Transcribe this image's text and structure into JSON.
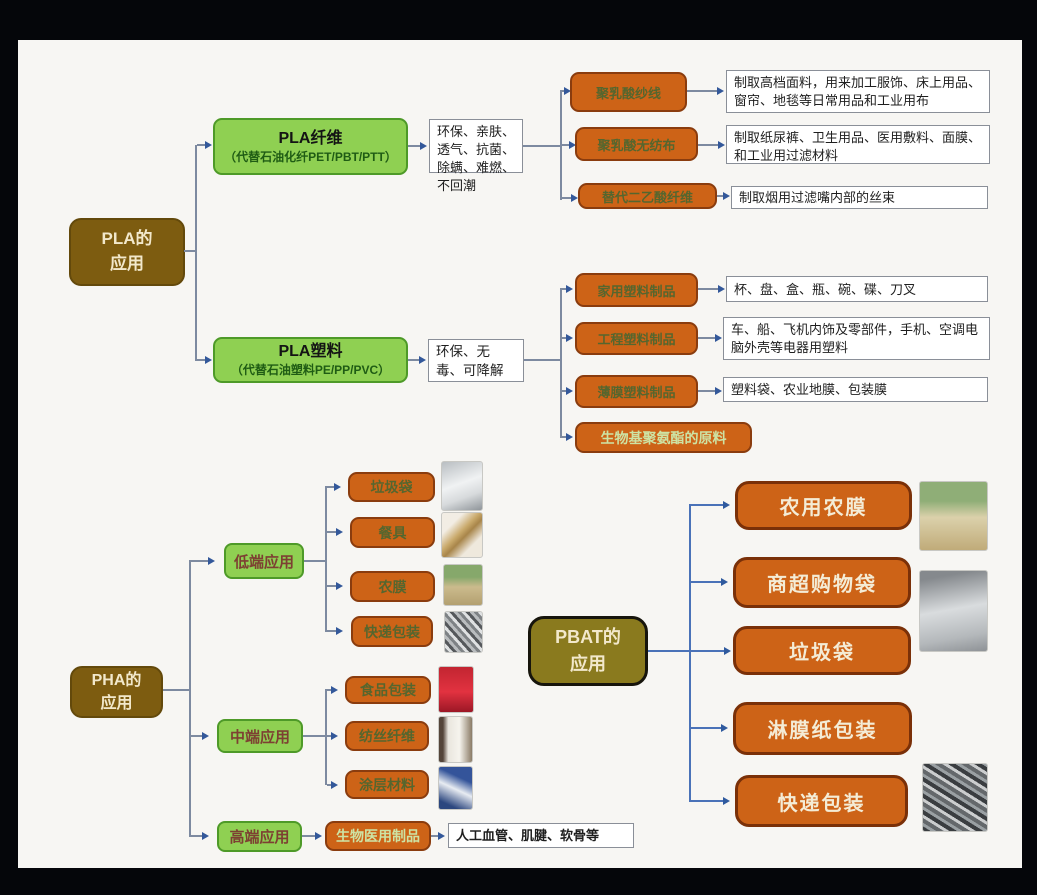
{
  "colors": {
    "background_frame": "#05060a",
    "panel": "#f7f6f3",
    "root_brown": "#7d5c10",
    "root_olive": "#8a7a1e",
    "green_box": "#8fd052",
    "orange_box": "#cd6317",
    "connector_line": "#7d8aa0",
    "connector_blue": "#4a72b8",
    "arrowhead": "#33589a"
  },
  "pla": {
    "root": {
      "line1": "PLA的",
      "line2": "应用"
    },
    "fiber": {
      "title": "PLA纤维",
      "subtitle": "（代替石油化纤PET/PBT/PTT）",
      "traits": "环保、亲肤、透气、抗菌、除螨、难燃、不回潮",
      "items": [
        {
          "label": "聚乳酸纱线",
          "desc": "制取高档面料，用来加工服饰、床上用品、窗帘、地毯等日常用品和工业用布"
        },
        {
          "label": "聚乳酸无纺布",
          "desc": "制取纸尿裤、卫生用品、医用敷料、面膜、和工业用过滤材料"
        },
        {
          "label": "替代二乙酸纤维",
          "desc": "制取烟用过滤嘴内部的丝束"
        }
      ]
    },
    "plastic": {
      "title": "PLA塑料",
      "subtitle": "（代替石油塑料PE/PP/PVC）",
      "traits": "环保、无毒、可降解",
      "items": [
        {
          "label": "家用塑料制品",
          "desc": "杯、盘、盒、瓶、碗、碟、刀叉"
        },
        {
          "label": "工程塑料制品",
          "desc": "车、船、飞机内饰及零部件，手机、空调电脑外壳等电器用塑料"
        },
        {
          "label": "薄膜塑料制品",
          "desc": "塑料袋、农业地膜、包装膜"
        },
        {
          "label": "生物基聚氨酯的原料",
          "desc": ""
        }
      ]
    }
  },
  "pha": {
    "root": {
      "line1": "PHA的",
      "line2": "应用"
    },
    "levels": [
      {
        "label": "低端应用",
        "items": [
          {
            "label": "垃圾袋",
            "photo": "trash-bag-photo"
          },
          {
            "label": "餐具",
            "photo": "wooden-cutlery-photo"
          },
          {
            "label": "农膜",
            "photo": "farm-field-photo"
          },
          {
            "label": "快递包装",
            "photo": "packaging-shreds-photo"
          }
        ]
      },
      {
        "label": "中端应用",
        "items": [
          {
            "label": "食品包装",
            "photo": "candy-package-photo"
          },
          {
            "label": "纺丝纤维",
            "photo": "fiber-roll-photo"
          },
          {
            "label": "涂层材料",
            "photo": "coated-cup-photo"
          }
        ]
      },
      {
        "label": "高端应用",
        "items": [
          {
            "label": "生物医用制品",
            "desc": "人工血管、肌腱、软骨等"
          }
        ]
      }
    ]
  },
  "pbat": {
    "root": {
      "line1": "PBAT的",
      "line2": "应用"
    },
    "items": [
      {
        "label": "农用农膜",
        "photo": "mulch-film-field-photo"
      },
      {
        "label": "商超购物袋",
        "photo": "shopping-bag-photo"
      },
      {
        "label": "垃圾袋",
        "photo": ""
      },
      {
        "label": "淋膜纸包装",
        "photo": ""
      },
      {
        "label": "快递包装",
        "photo": "recycled-pellets-photo"
      }
    ]
  }
}
